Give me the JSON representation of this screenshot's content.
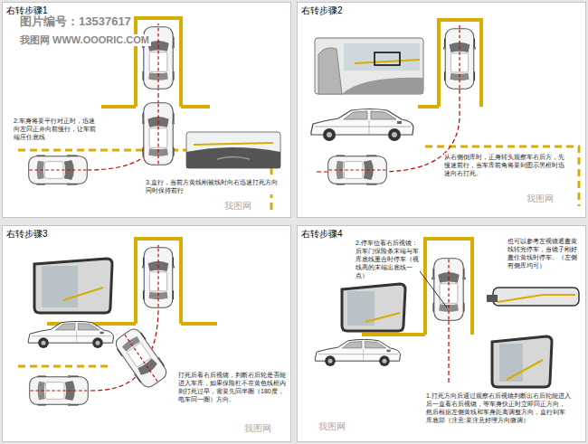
{
  "diagram": {
    "nodes": [
      {
        "text": [
          "右转步骤1",
          "2.车身将要平行对正时，迅速向左回正并向前慢行，让车前端压住底线",
          "3.直行，当前方黄线刚被线时向右迅速打死方向同时保持前行"
        ]
      },
      {
        "text": [
          "右转步骤2",
          "从右侧倒库时，正身转头观察车右后方，先慢速前行，当车库前角将要到图示黑框时迅速向右打死。"
        ]
      },
      {
        "text": [
          "右转步骤3",
          "打死后看右后视镜，判断右后轮是否能进入车库，如果保险杠不在黄色线框内则打死过早，需要先回半圈（180度，电车回一圈）方向。"
        ]
      },
      {
        "text": [
          "右转步骤4",
          "2.停车位看右后视镜：后车门保险条末端与车库底线重合时停车（视线高的末端出底线一点）",
          "也可以参考左视镜遮盖黄线转完停车，当镜子刚好盖住黄线时停车。（左侧有侧库均可）",
          "1.打死方向后通过观察右后视镜判断出右后轮能进入后一直看右后视镜，等车身快正时立即回正方向，然后根据左侧黄线和车身距离调整方向，直行到车库底部（注意:要注意好理方向微调）"
        ]
      }
    ],
    "labels": [
      "图片编号：13537617",
      "我图网 WWW.OOORIC.COM",
      "我图网",
      "我图网",
      "我图网",
      "我图网"
    ]
  }
}
